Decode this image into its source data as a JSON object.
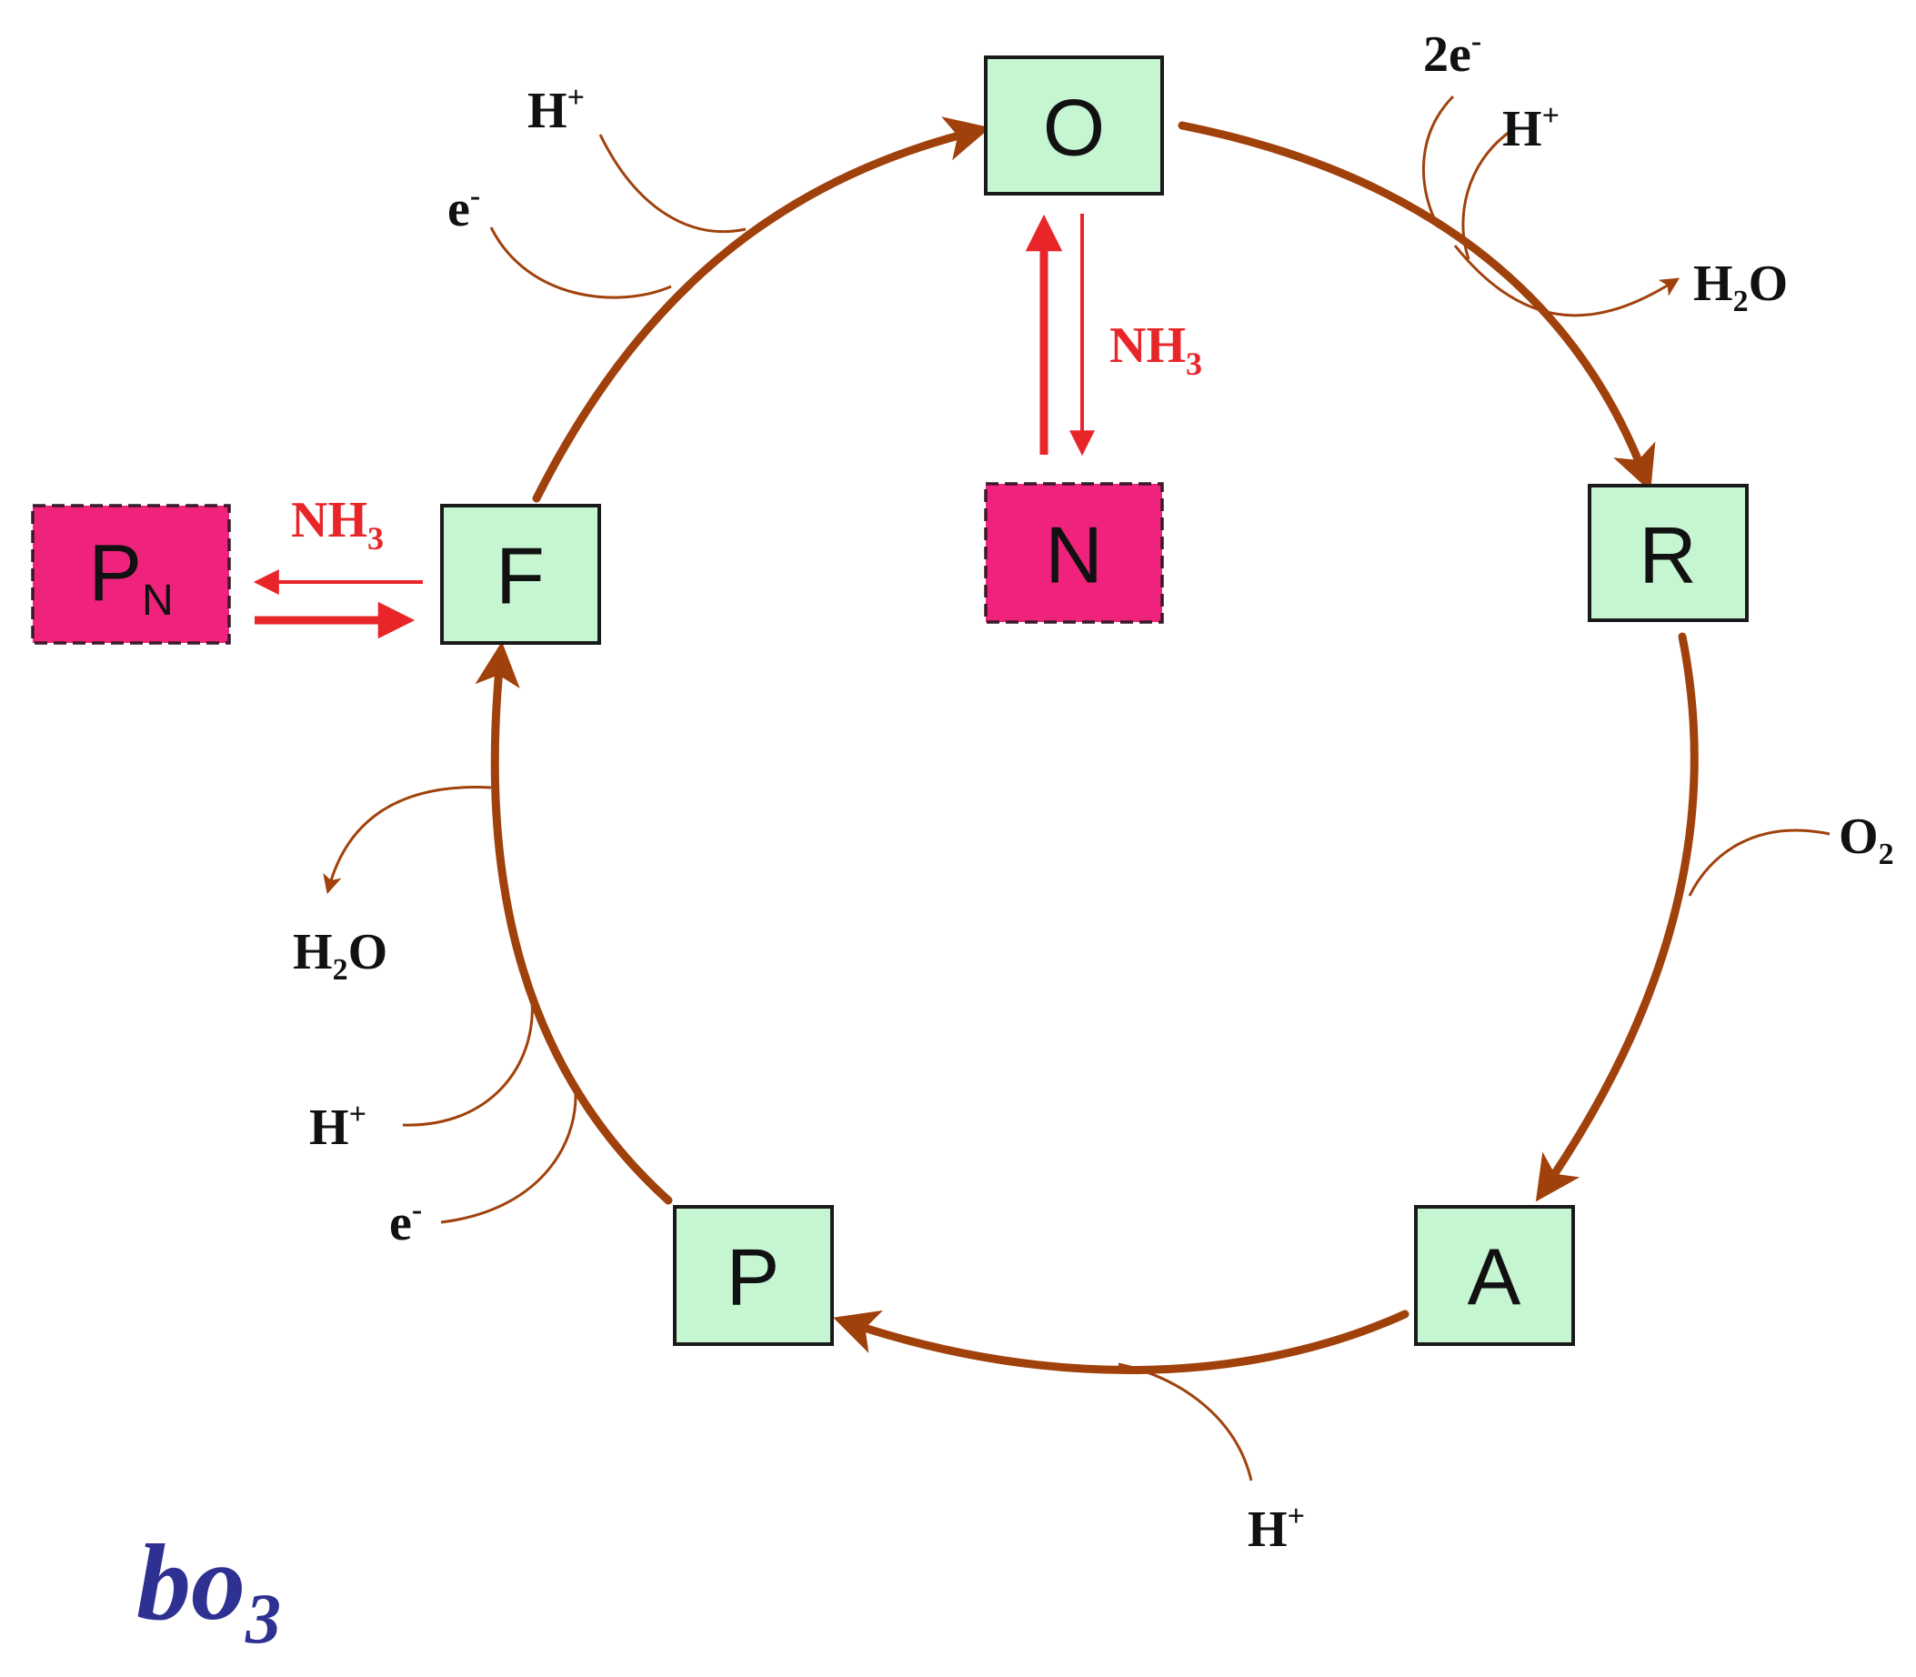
{
  "states": {
    "O": "O",
    "R": "R",
    "A": "A",
    "P": "P",
    "F": "F",
    "N": "N",
    "PN": {
      "main": "P",
      "sub": "N"
    }
  },
  "species": {
    "two_e": {
      "main": "2e",
      "sup": "-"
    },
    "h_plus_top_right": {
      "main": "H",
      "sup": "+"
    },
    "h2o_right": {
      "main_1": "H",
      "sub": "2",
      "main_2": "O"
    },
    "o2": {
      "main": "O",
      "sub": "2"
    },
    "h_plus_bottom": {
      "main": "H",
      "sup": "+"
    },
    "e_minus_bottom_left": {
      "main": "e",
      "sup": "-"
    },
    "h_plus_bottom_left": {
      "main": "H",
      "sup": "+"
    },
    "h2o_left": {
      "main_1": "H",
      "sub": "2",
      "main_2": "O"
    },
    "e_minus_top_left": {
      "main": "e",
      "sup": "-"
    },
    "h_plus_top_left": {
      "main": "H",
      "sup": "+"
    }
  },
  "nh3": {
    "vertical": {
      "main": "NH",
      "sub": "3"
    },
    "horizontal": {
      "main": "NH",
      "sub": "3"
    }
  },
  "enzyme": {
    "main": "bo",
    "sub": "3"
  },
  "colors": {
    "cycle_arrow": "#a0410c",
    "state_fill": "#c6f5d2",
    "nh3_fill": "#f0237c",
    "nh3_arrow": "#e8262a",
    "enzyme_text": "#2e3192"
  }
}
